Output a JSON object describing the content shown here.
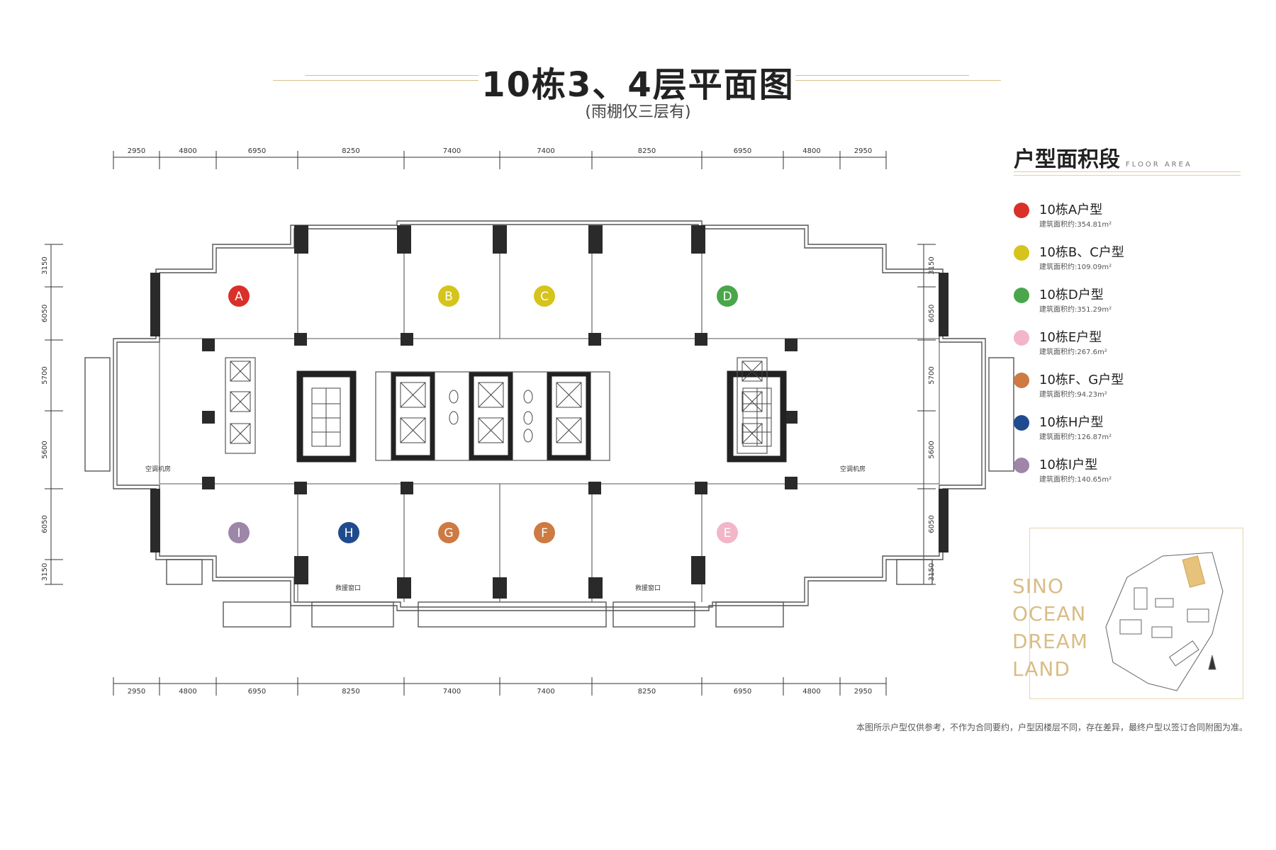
{
  "header": {
    "title": "10栋3、4层平面图",
    "subtitle": "(雨棚仅三层有)"
  },
  "dimensions": {
    "spans": [
      "2950",
      "4800",
      "6950",
      "8250",
      "7400",
      "7400",
      "8250",
      "6950",
      "4800",
      "2950"
    ],
    "depths": [
      "3150",
      "6050",
      "5700",
      "5600",
      "6050",
      "3150"
    ]
  },
  "units": [
    {
      "letter": "A",
      "color": "#d9302a"
    },
    {
      "letter": "B",
      "color": "#d4c41c"
    },
    {
      "letter": "C",
      "color": "#d4c41c"
    },
    {
      "letter": "D",
      "color": "#4aa64a"
    },
    {
      "letter": "E",
      "color": "#f2b6c8"
    },
    {
      "letter": "F",
      "color": "#cd7a43"
    },
    {
      "letter": "G",
      "color": "#cd7a43"
    },
    {
      "letter": "H",
      "color": "#1f4b8e"
    },
    {
      "letter": "I",
      "color": "#9d86a8"
    }
  ],
  "room_labels": {
    "ac_room": "空调机房",
    "rescue_window": "救援窗口"
  },
  "legend": {
    "title": "户型面积段",
    "subtitle": "FLOOR AREA",
    "items": [
      {
        "name": "10栋A户型",
        "area": "建筑面积约:354.81m²",
        "color": "#d9302a"
      },
      {
        "name": "10栋B、C户型",
        "area": "建筑面积约:109.09m²",
        "color": "#d4c41c"
      },
      {
        "name": "10栋D户型",
        "area": "建筑面积约:351.29m²",
        "color": "#4aa64a"
      },
      {
        "name": "10栋E户型",
        "area": "建筑面积约:267.6m²",
        "color": "#f2b6c8"
      },
      {
        "name": "10栋F、G户型",
        "area": "建筑面积约:94.23m²",
        "color": "#cd7a43"
      },
      {
        "name": "10栋H户型",
        "area": "建筑面积约:126.87m²",
        "color": "#1f4b8e"
      },
      {
        "name": "10栋I户型",
        "area": "建筑面积约:140.65m²",
        "color": "#9d86a8"
      }
    ]
  },
  "brand": {
    "lines": [
      "SINO",
      "OCEAN",
      "DREAM",
      "LAND"
    ]
  },
  "footer": {
    "disclaimer": "本图所示户型仅供参考，不作为合同要约，户型因楼层不同，存在差异，最终户型以签订合同附图为准。"
  }
}
